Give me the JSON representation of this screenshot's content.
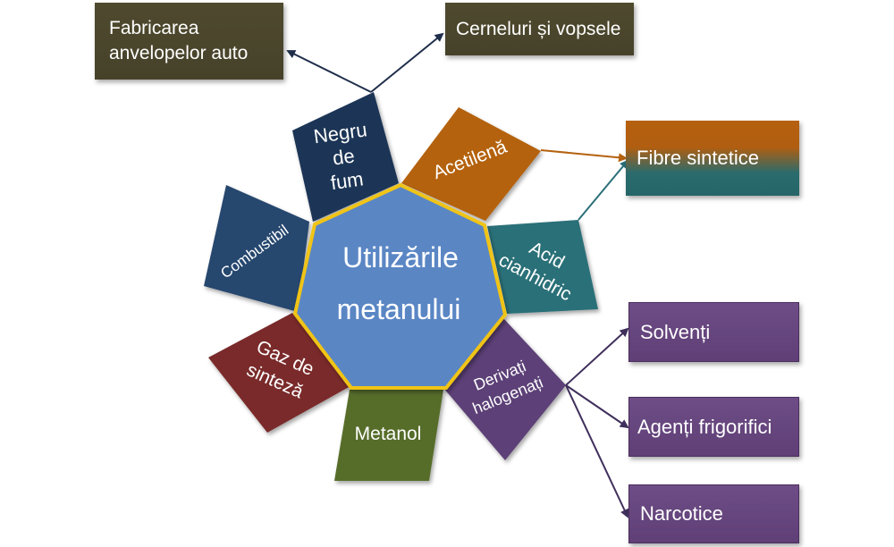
{
  "center": {
    "line1": "Utilizările",
    "line2": "metanului"
  },
  "petals": {
    "negru_de_fum": {
      "l1": "Negru",
      "l2": "de",
      "l3": "fum"
    },
    "acetilena": "Acetilenă",
    "acid_cianhidric": {
      "l1": "Acid",
      "l2": "cianhidric"
    },
    "derivati_halogenati": {
      "l1": "Derivați",
      "l2": "halogenați"
    },
    "metanol": "Metanol",
    "gaz_de_sinteza": {
      "l1": "Gaz de",
      "l2": "sinteză"
    },
    "combustibil": "Combustibil"
  },
  "boxes": {
    "fabricarea": {
      "l1": "Fabricarea",
      "l2": "anvelopelor auto"
    },
    "cerneluri": "Cerneluri și vopsele",
    "fibre": "Fibre sintetice",
    "solventi": "Solvenți",
    "agenti": "Agenți frigorifici",
    "narcotice": "Narcotice"
  },
  "colors": {
    "center_fill": "#5a86c4",
    "center_border": "#f0c419",
    "negru": "#1d3457",
    "acetilena": "#b4620f",
    "acid": "#2b6f78",
    "derivati": "#5b3f77",
    "metanol": "#566d2b",
    "gaz": "#7a2a2a",
    "combustibil": "#27466e",
    "arrow_dark": "#1f2e4a",
    "arrow_orange": "#b4620f",
    "arrow_teal": "#2b6f78",
    "arrow_purple": "#3f2f5b"
  }
}
